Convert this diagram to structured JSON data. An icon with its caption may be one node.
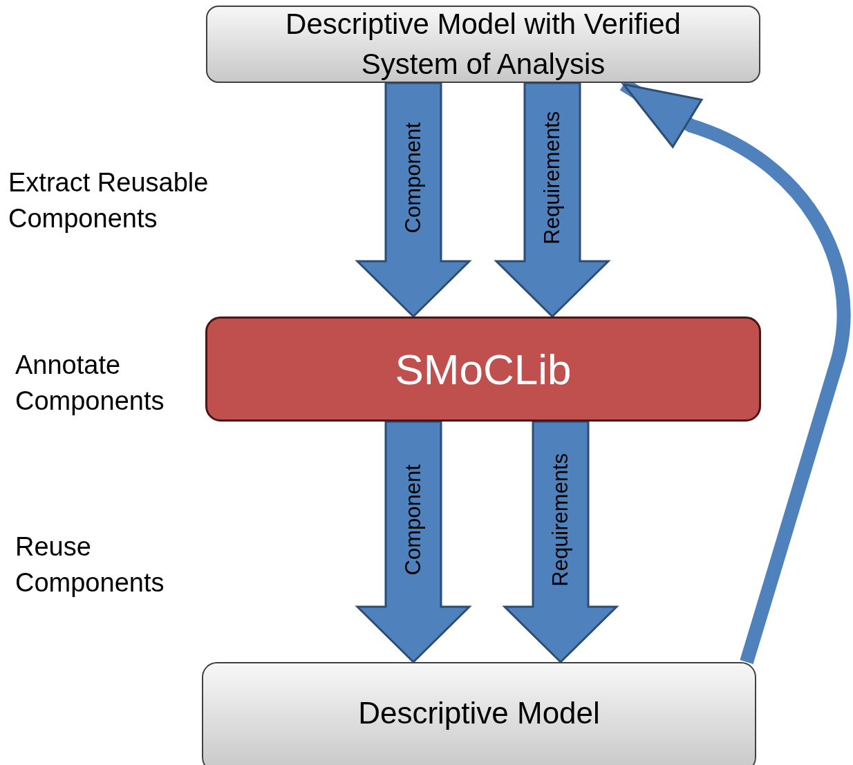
{
  "diagram": {
    "nodes": [
      {
        "text": [
          "Descriptive Model with Verified System of Analysis"
        ]
      },
      {
        "text": [
          "SMoCLib"
        ]
      },
      {
        "text": [
          "Descriptive Model"
        ]
      }
    ],
    "edges": [
      {
        "from": 0,
        "to": 1,
        "arrow": "to",
        "label": "Component"
      },
      {
        "from": 0,
        "to": 1,
        "arrow": "to",
        "label": "Requirements"
      },
      {
        "from": 1,
        "to": 2,
        "arrow": "to",
        "label": "Component"
      },
      {
        "from": 1,
        "to": 2,
        "arrow": "to",
        "label": "Requirements"
      },
      {
        "from": 2,
        "to": 0,
        "arrow": "to"
      }
    ],
    "labels": [
      "Extract Reusable Components",
      "Annotate Components",
      "Reuse Components"
    ]
  }
}
